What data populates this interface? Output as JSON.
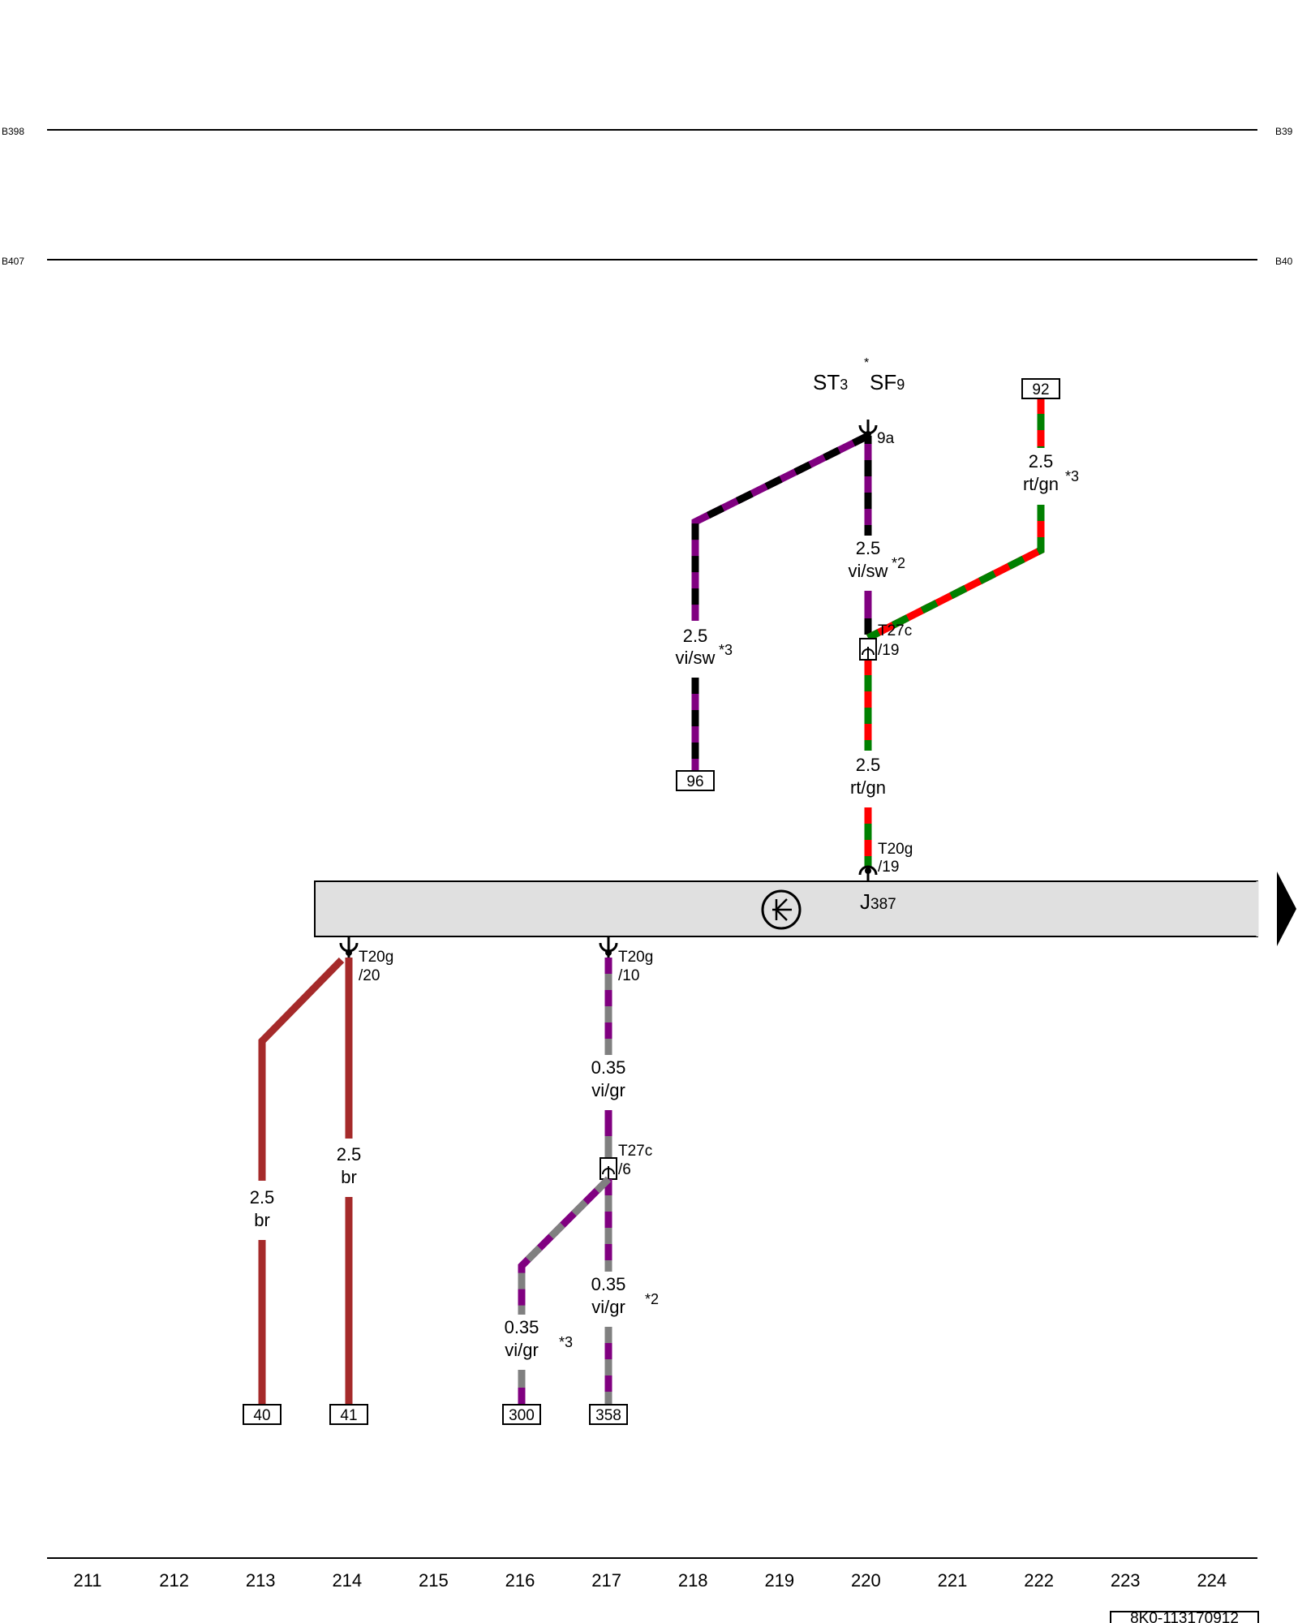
{
  "bus_lines": {
    "top": {
      "left_label": "B398",
      "right_label": "B39"
    },
    "second": {
      "left_label": "B407",
      "right_label": "B40"
    }
  },
  "relay": {
    "id": "J",
    "subscript": "387"
  },
  "fuses": {
    "st_label": "ST",
    "st_sub": "3",
    "sf_label": "SF",
    "sf_sub": "9",
    "star": "*",
    "pin": "9a"
  },
  "terminals": {
    "t96": "96",
    "t92": "92",
    "t40": "40",
    "t41": "41",
    "t300": "300",
    "t358": "358"
  },
  "connectors": {
    "t27c_19": {
      "line1": "T27c",
      "line2": "/19"
    },
    "t20g_19": {
      "line1": "T20g",
      "line2": "/19"
    },
    "t20g_20": {
      "line1": "T20g",
      "line2": "/20"
    },
    "t20g_10": {
      "line1": "T20g",
      "line2": "/10"
    },
    "t27c_6": {
      "line1": "T27c",
      "line2": "/6"
    }
  },
  "wires": {
    "w_visw_left": {
      "size": "2.5",
      "color": "vi/sw",
      "note": "*3"
    },
    "w_visw_mid": {
      "size": "2.5",
      "color": "vi/sw",
      "note": "*2"
    },
    "w_rtgn_right": {
      "size": "2.5",
      "color": "rt/gn",
      "note": "*3"
    },
    "w_rtgn_mid": {
      "size": "2.5",
      "color": "rt/gn",
      "note": ""
    },
    "w_br_213": {
      "size": "2.5",
      "color": "br"
    },
    "w_br_214": {
      "size": "2.5",
      "color": "br"
    },
    "w_vigr_217a": {
      "size": "0.35",
      "color": "vi/gr"
    },
    "w_vigr_217b": {
      "size": "0.35",
      "color": "vi/gr",
      "note": "*2"
    },
    "w_vigr_216": {
      "size": "0.35",
      "color": "vi/gr",
      "note": "*3"
    }
  },
  "wire_colors": {
    "violet": "#800080",
    "black": "#000000",
    "red": "#ff0000",
    "green": "#008000",
    "grey": "#808080",
    "brown": "#a52a2a"
  },
  "ruler": [
    "211",
    "212",
    "213",
    "214",
    "215",
    "216",
    "217",
    "218",
    "219",
    "220",
    "221",
    "222",
    "223",
    "224"
  ],
  "doc_number": "8K0-113170912"
}
